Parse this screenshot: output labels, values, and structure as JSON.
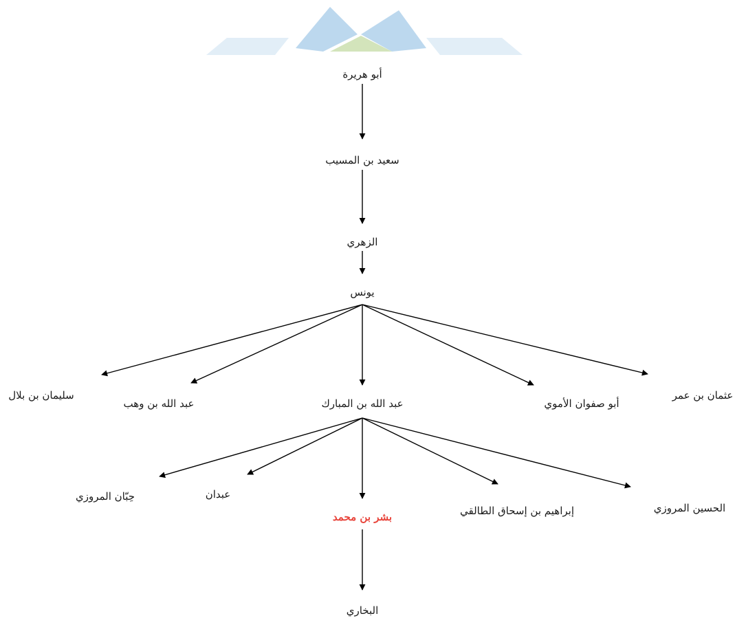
{
  "colors": {
    "text": "#1a1a1a",
    "highlight": "#e8453c",
    "arrow": "#000000",
    "logo_blue": "#b9d6ec",
    "logo_green": "#cfe0b4"
  },
  "logo": {
    "icon": "header-logo-decoration"
  },
  "nodes": {
    "abu_hurayra": "أبو هريرة",
    "saeed": "سعيد بن المسيب",
    "zuhri": "الزهري",
    "yunus": "يونس",
    "sulayman": "سليمان بن بلال",
    "ibn_wahb": "عبد الله بن وهب",
    "ibn_mubarak": "عبد الله بن المبارك",
    "abu_safwan": "أبو صفوان الأموي",
    "uthman": "عثمان بن عمر",
    "hibban": "حِبّان المروزي",
    "abdan": "عبدان",
    "bishr": "بشر بن محمد",
    "ibrahim": "إبراهيم بن إسحاق الطالقي",
    "husayn": "الحسين المروزي",
    "bukhari": "البخاري"
  }
}
